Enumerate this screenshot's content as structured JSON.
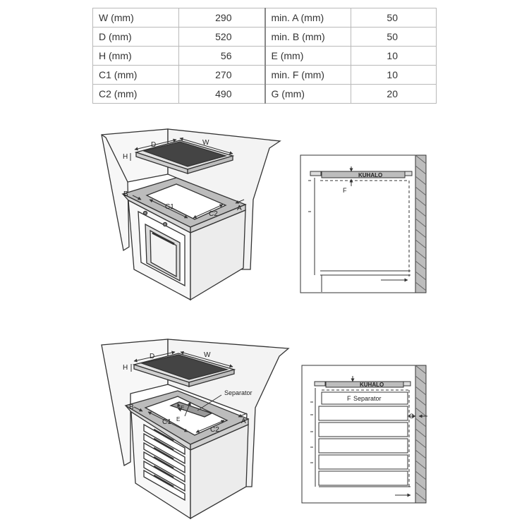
{
  "table": {
    "rows": [
      {
        "l1": "W (mm)",
        "v1": "290",
        "l2": "min. A (mm)",
        "v2": "50"
      },
      {
        "l1": "D (mm)",
        "v1": "520",
        "l2": "min. B (mm)",
        "v2": "50"
      },
      {
        "l1": "H (mm)",
        "v1": "56",
        "l2": "E (mm)",
        "v2": "10"
      },
      {
        "l1": "C1 (mm)",
        "v1": "270",
        "l2": "min. F (mm)",
        "v2": "10"
      },
      {
        "l1": "C2 (mm)",
        "v1": "490",
        "l2": "G (mm)",
        "v2": "20"
      }
    ]
  },
  "diagram_top": {
    "label_d": "D",
    "label_w": "W",
    "label_h": "H",
    "label_b": "B",
    "label_a": "A",
    "label_c1": "C1",
    "label_c2": "C2"
  },
  "side_top": {
    "brand": "KUHALO",
    "label_f": "F"
  },
  "diagram_bottom": {
    "label_d": "D",
    "label_w": "W",
    "label_h": "H",
    "label_b": "B",
    "label_a": "A",
    "label_c1": "C1",
    "label_c2": "C2",
    "label_e1": "E",
    "label_e2": "E",
    "separator": "Separator"
  },
  "side_bottom": {
    "brand": "KUHALO",
    "label_f": "F",
    "separator": "Separator",
    "label_g": "G"
  }
}
